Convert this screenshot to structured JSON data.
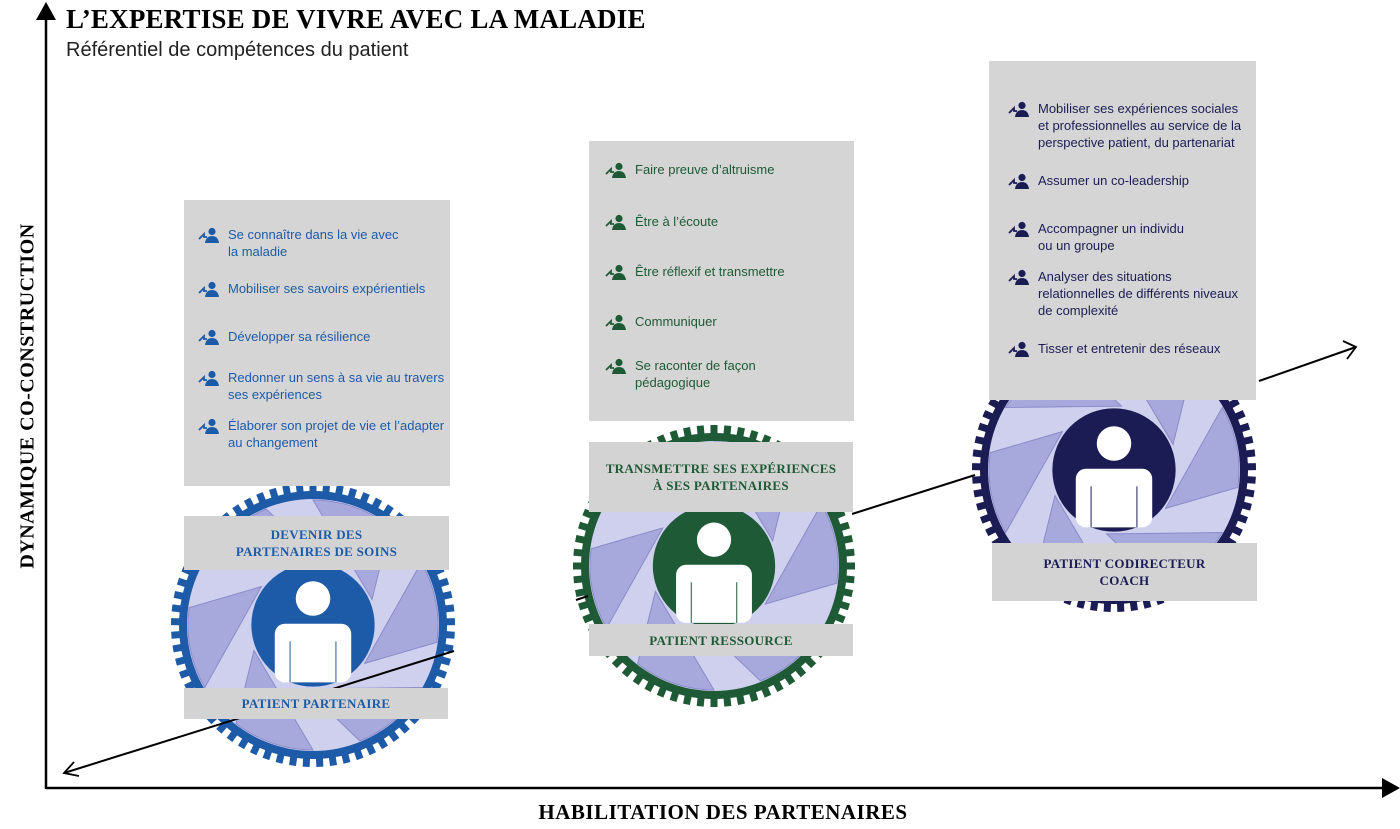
{
  "title": "L’EXPERTISE DE VIVRE AVEC LA MALADIE",
  "subtitle": "Référentiel de compétences du patient",
  "y_axis_label": "DYNAMIQUE CO-CONSTRUCTION",
  "x_axis_label": "HABILITATION DES PARTENAIRES",
  "colors": {
    "blue": "#1d5ba8",
    "green": "#1e5a36",
    "navy": "#1c1c55",
    "lavender": "#a7a8dc",
    "light_lavender": "#cfd0ee",
    "box_grey": "#d5d5d5"
  },
  "stages": [
    {
      "role_label": "PATIENT PARTENAIRE",
      "goal_label": "DEVENIR DES\nPARTENAIRES DE SOINS",
      "color": "#1d5ba8",
      "icon": "person-icon",
      "competencies": [
        "Se connaître dans la vie avec\nla maladie",
        "Mobiliser ses savoirs expérientiels",
        "Développer sa résilience",
        "Redonner un sens à sa vie au travers\nses expériences",
        "Élaborer son projet de vie et l’adapter\nau changement"
      ]
    },
    {
      "role_label": "PATIENT RESSOURCE",
      "goal_label": "TRANSMETTRE SES EXPÉRIENCES\nÀ SES PARTENAIRES",
      "color": "#1e5a36",
      "icon": "person-icon",
      "competencies": [
        "Faire preuve d’altruisme",
        "Être à l’écoute",
        "Être réflexif et transmettre",
        "Communiquer",
        "Se raconter de façon\npédagogique"
      ]
    },
    {
      "role_label": "PATIENT CODIRECTEUR\nCOACH",
      "color": "#1c1c55",
      "icon": "person-icon",
      "competencies": [
        "Mobiliser ses expériences sociales\net professionnelles au service de la\nperspective patient, du partenariat",
        "Assumer un co-leadership",
        "Accompagner un individu\nou un groupe",
        "Analyser des situations\nrelationnelles de différents niveaux\nde complexité",
        "Tisser et entretenir des réseaux"
      ]
    }
  ]
}
